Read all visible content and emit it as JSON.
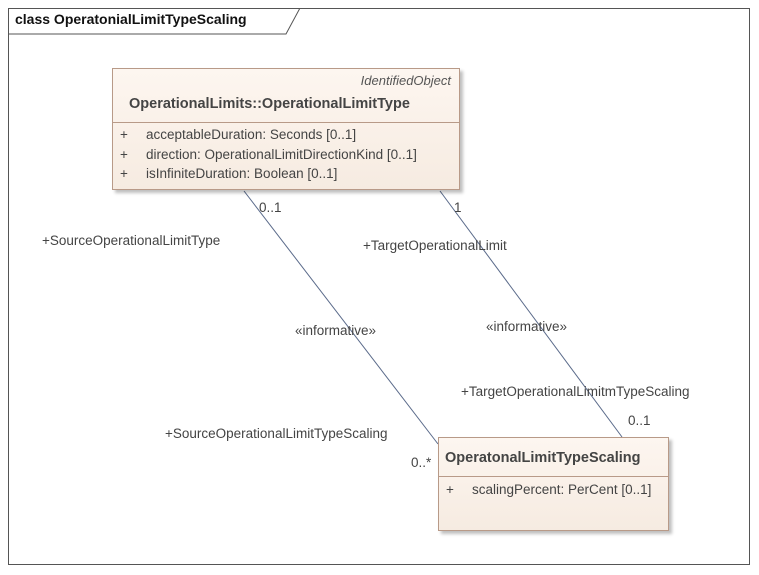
{
  "diagram": {
    "title": "class OperatonialLimitTypeScaling"
  },
  "classes": {
    "limit_type": {
      "stereotype": "IdentifiedObject",
      "name": "OperationalLimits::OperationalLimitType",
      "attributes": [
        {
          "visibility": "+",
          "text": "acceptableDuration: Seconds [0..1]"
        },
        {
          "visibility": "+",
          "text": "direction: OperationalLimitDirectionKind [0..1]"
        },
        {
          "visibility": "+",
          "text": "isInfiniteDuration: Boolean [0..1]"
        }
      ]
    },
    "scaling": {
      "name": "OperatonalLimitTypeScaling",
      "attributes": [
        {
          "visibility": "+",
          "text": "scalingPercent: PerCent [0..1]"
        }
      ]
    }
  },
  "associations": {
    "source": {
      "top_multiplicity": "0..1",
      "top_role": "+SourceOperationalLimitType",
      "stereotype": "«informative»",
      "bottom_role": "+SourceOperationalLimitTypeScaling",
      "bottom_multiplicity": "0..*"
    },
    "target": {
      "top_multiplicity": "1",
      "top_role": "+TargetOperationalLimit",
      "stereotype": "«informative»",
      "bottom_role": "+TargetOperationalLimitmTypeScaling",
      "bottom_multiplicity": "0..1"
    }
  }
}
